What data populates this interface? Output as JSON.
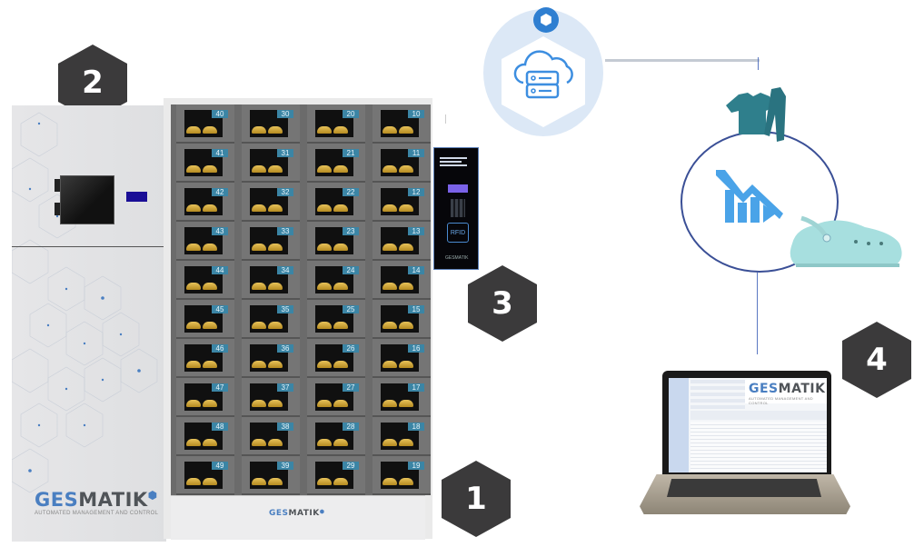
{
  "badges": [
    "2",
    "3",
    "1",
    "4"
  ],
  "brand": {
    "part1": "GES",
    "part2": "MATIK",
    "tagline": "AUTOMATED MANAGEMENT AND CONTROL"
  },
  "locker": {
    "columns": [
      [
        "40",
        "41",
        "42",
        "43",
        "44",
        "45",
        "46",
        "47",
        "48",
        "49"
      ],
      [
        "30",
        "31",
        "32",
        "33",
        "34",
        "35",
        "36",
        "37",
        "38",
        "39"
      ],
      [
        "20",
        "21",
        "22",
        "23",
        "24",
        "25",
        "26",
        "27",
        "28",
        "29"
      ],
      [
        "10",
        "11",
        "12",
        "13",
        "14",
        "15",
        "16",
        "17",
        "18",
        "19"
      ]
    ]
  },
  "rfid_reader": {
    "label": "RFID",
    "brand": "GESMATIK"
  },
  "icons": {
    "cloud": "cloud-server-icon",
    "logo": "gesmatik-cube-logo",
    "chart": "declining-bar-chart-icon",
    "garment": "scrubs-uniform-image",
    "footwear": "clog-shoe-image"
  },
  "colors": {
    "badge": "#3b3a3b",
    "brand_blue": "#4a7fc1",
    "locker_number": "#3b85a5",
    "ring": "#3a4f96",
    "chart_icon": "#4aa3e8",
    "cloud_bg": "#dce8f6"
  }
}
